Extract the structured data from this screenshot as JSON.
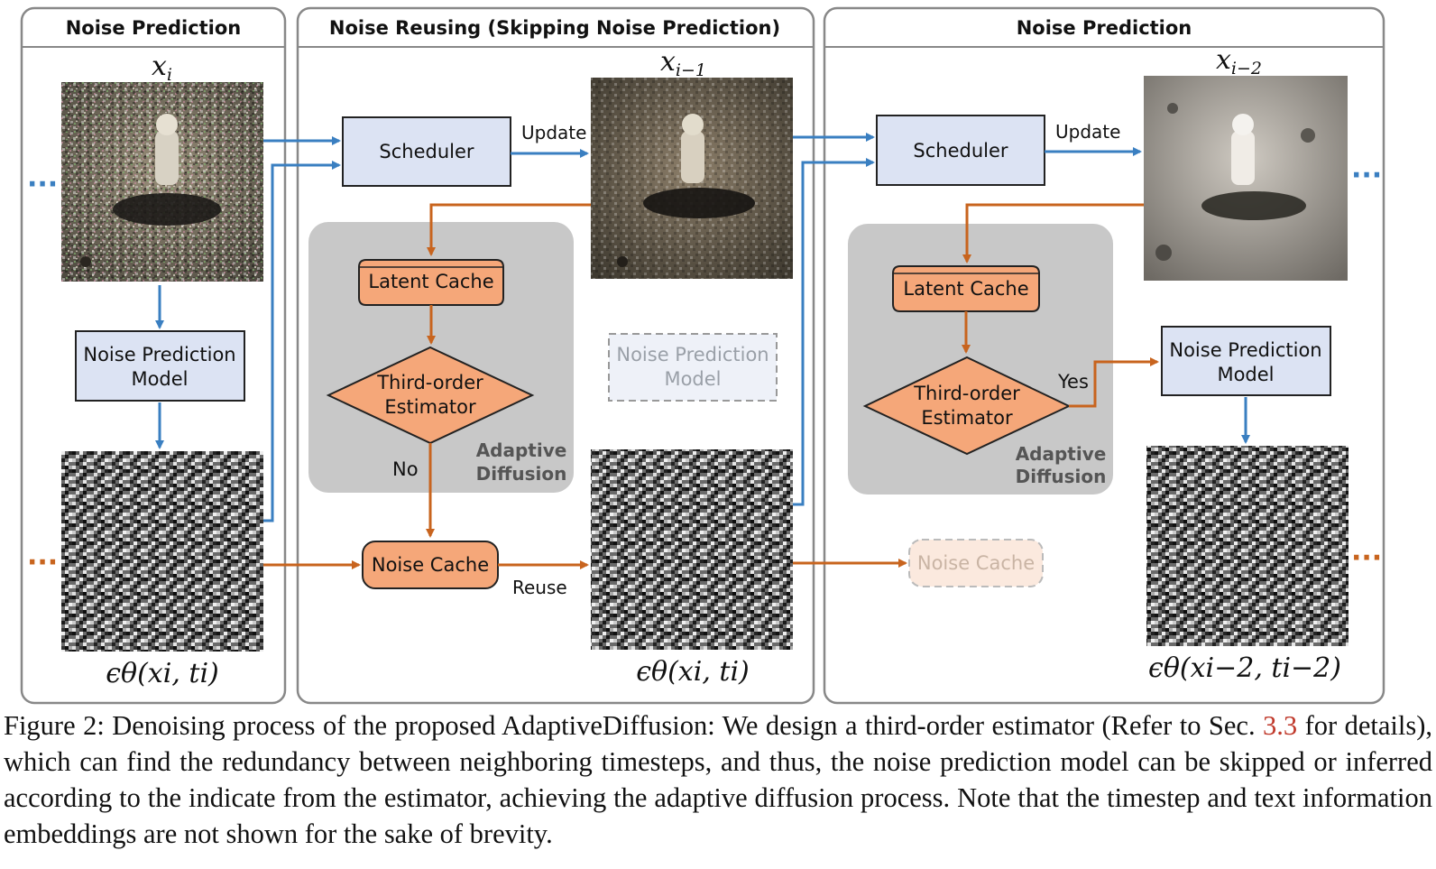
{
  "panels": [
    {
      "header": "Noise Prediction"
    },
    {
      "header": "Noise Reusing (Skipping Noise Prediction)"
    },
    {
      "header": "Noise Prediction"
    }
  ],
  "latents": [
    {
      "symbol": "x",
      "sub": "i"
    },
    {
      "symbol": "x",
      "sub": "i−1"
    },
    {
      "symbol": "x",
      "sub": "i−2"
    }
  ],
  "noise_labels": [
    {
      "text": "ϵθ(xi, ti)"
    },
    {
      "text": "ϵθ(xi, ti)"
    },
    {
      "text": "ϵθ(xi−2, ti−2)"
    }
  ],
  "labels": {
    "scheduler": "Scheduler",
    "update": "Update",
    "latent_cache": "Latent Cache",
    "estimator_line1": "Third-order",
    "estimator_line2": "Estimator",
    "adaptive_line1": "Adaptive",
    "adaptive_line2": "Diffusion",
    "no": "No",
    "yes": "Yes",
    "noise_cache": "Noise Cache",
    "reuse": "Reuse",
    "npm_line1": "Noise Prediction",
    "npm_line2": "Model",
    "ellipsis": "···"
  },
  "colors": {
    "blue_arrow": "#3a7fc1",
    "orange_arrow": "#c8641e",
    "blue_box": "#dce3f3",
    "orange_box": "#f5a779",
    "gray_region": "#c8c8c8"
  },
  "caption": {
    "prefix": "Figure 2: Denoising process of the proposed AdaptiveDiffusion: We design a third-order estimator (Refer to Sec. ",
    "ref": "3.3",
    "suffix": " for details), which can find the redundancy between neighboring timesteps, and thus, the noise prediction model can be skipped or inferred according to the indicate from the estimator, achieving the adaptive diffusion process. Note that the timestep and text information embeddings are not shown for the sake of brevity."
  }
}
